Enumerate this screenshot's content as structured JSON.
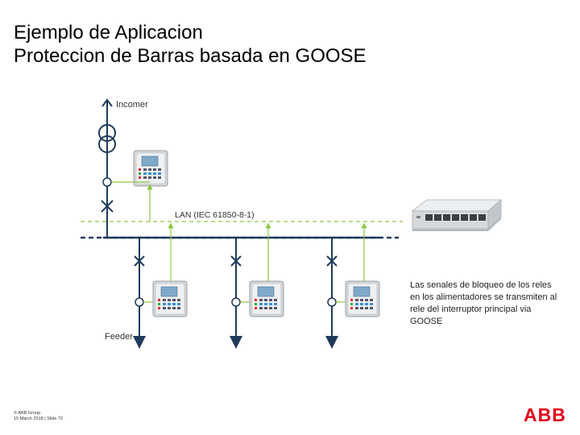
{
  "slide": {
    "title_line1": "Ejemplo de Aplicacion",
    "title_line2": "Proteccion de Barras basada en GOOSE"
  },
  "diagram": {
    "incomer_label": "Incomer",
    "lan_label": "LAN (IEC 61850-8-1)",
    "feeder_label": "Feeder"
  },
  "caption": {
    "text": "Las senales de bloqueo de los reles en los alimentadores se transmiten al rele del interruptor principal via GOOSE"
  },
  "footer": {
    "line1": "© ABB Group",
    "line2": "15 March 2018 | Slide 72"
  },
  "logo": {
    "text": "ABB",
    "color": "#e2001a"
  },
  "colors": {
    "lan_green": "#8cc63f",
    "bus_navy": "#1f3a5a",
    "switch_gray": "#d9dde0"
  }
}
